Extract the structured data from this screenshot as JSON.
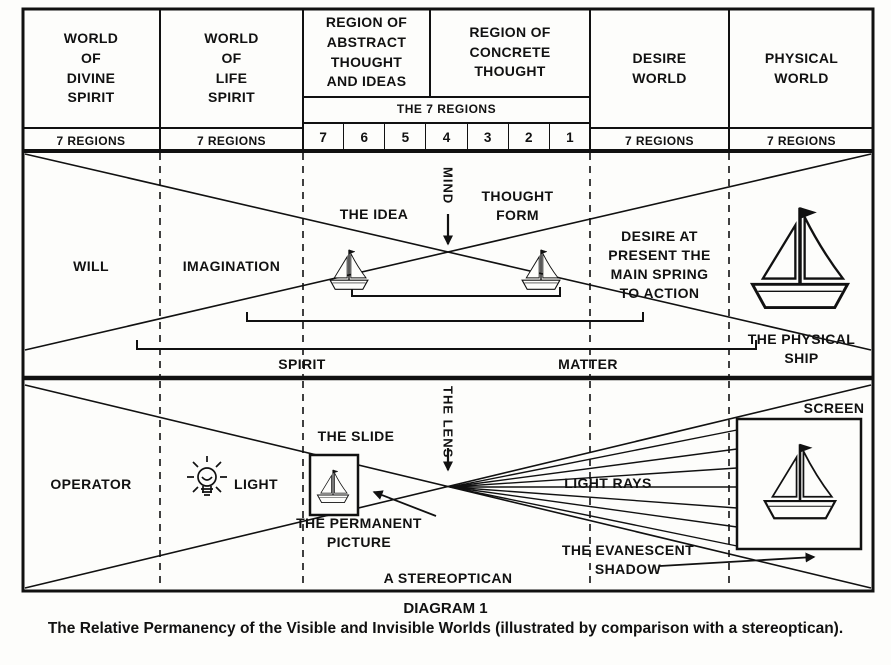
{
  "header": {
    "columns": [
      {
        "title": "WORLD\nOF\nDIVINE\nSPIRIT",
        "regions": "7 REGIONS"
      },
      {
        "title": "WORLD\nOF\nLIFE\nSPIRIT",
        "regions": "7 REGIONS"
      },
      {
        "title": "REGION OF\nABSTRACT\nTHOUGHT\nAND IDEAS"
      },
      {
        "title": "REGION OF\nCONCRETE\nTHOUGHT"
      },
      {
        "title": "DESIRE\nWORLD",
        "regions": "7 REGIONS"
      },
      {
        "title": "PHYSICAL\nWORLD",
        "regions": "7 REGIONS"
      }
    ],
    "seven_regions_band": "THE 7 REGIONS",
    "region_numbers": [
      "7",
      "6",
      "5",
      "4",
      "3",
      "2",
      "1"
    ]
  },
  "upper": {
    "will": "WILL",
    "imagination": "IMAGINATION",
    "the_idea": "THE IDEA",
    "mind": "MIND",
    "thought_form": "THOUGHT\nFORM",
    "desire": "DESIRE AT\nPRESENT THE\nMAIN SPRING\nTO ACTION",
    "physical_ship": "THE PHYSICAL\nSHIP",
    "spirit": "SPIRIT",
    "matter": "MATTER"
  },
  "lower": {
    "operator": "OPERATOR",
    "light": "LIGHT",
    "the_slide": "THE SLIDE",
    "the_lens": "THE LENS",
    "light_rays": "LIGHT RAYS",
    "screen": "SCREEN",
    "permanent_picture": "THE PERMANENT\nPICTURE",
    "evanescent_shadow": "THE EVANESCENT\nSHADOW",
    "stereoptican": "A STEREOPTICAN"
  },
  "caption": {
    "title": "DIAGRAM 1",
    "subtitle": "The Relative Permanency of the Visible and Invisible Worlds (illustrated by comparison with a stereoptican)."
  },
  "colors": {
    "ink": "#111111",
    "paper": "#fdfdfb"
  }
}
